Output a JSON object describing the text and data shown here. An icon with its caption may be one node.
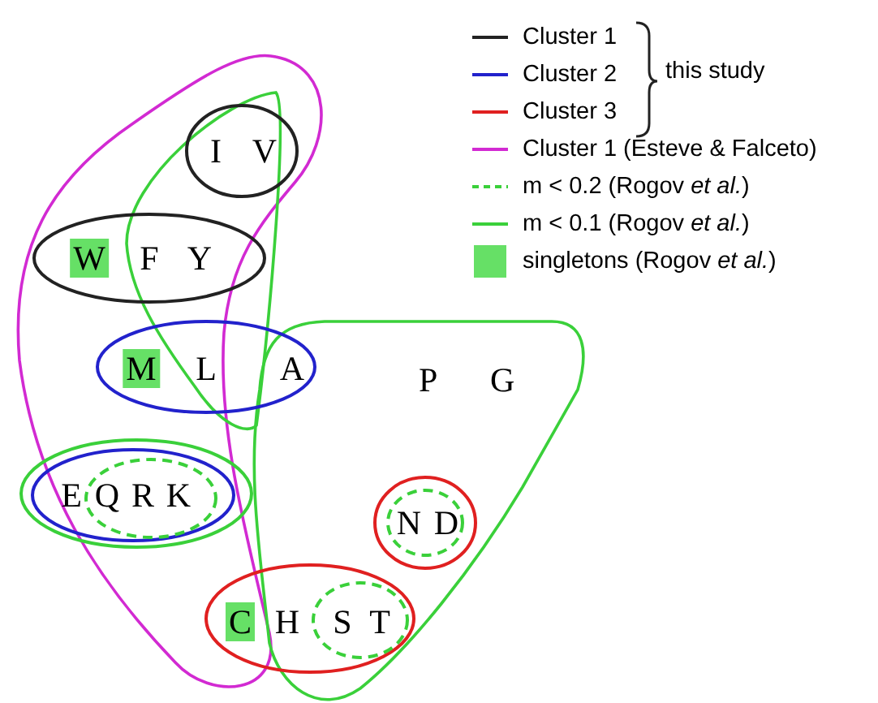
{
  "diagram": {
    "nodes": [
      {
        "text": [
          "I",
          "V"
        ]
      },
      {
        "text": [
          "W",
          "F",
          "Y"
        ]
      },
      {
        "text": [
          "M",
          "L",
          "A"
        ]
      },
      {
        "text": [],
        "shape": "ellipse"
      },
      {
        "text": [
          "E"
        ],
        "in": 3
      },
      {
        "text": [
          "Q",
          "R",
          "K"
        ],
        "in": 4
      },
      {
        "text": [],
        "shape": "ellipse"
      },
      {
        "text": [
          "N",
          "D"
        ],
        "in": 6
      },
      {
        "text": [
          "C",
          "H"
        ]
      },
      {
        "text": [
          "S",
          "T"
        ],
        "in": 8
      }
    ],
    "labels": [
      "this study",
      "P",
      "G"
    ],
    "legend": [
      {
        "text": "Cluster 1"
      },
      {
        "text": "Cluster 2"
      },
      {
        "text": "Cluster 3"
      },
      {
        "text": "Cluster 1 (Esteve & Falceto)"
      },
      {
        "text": "m < 0.2 (Rogov *et al.*)"
      },
      {
        "text": "m < 0.1 (Rogov *et al.*)"
      },
      {
        "text": "singletons (Rogov *et al.*)",
        "color": "#66e066"
      }
    ]
  }
}
